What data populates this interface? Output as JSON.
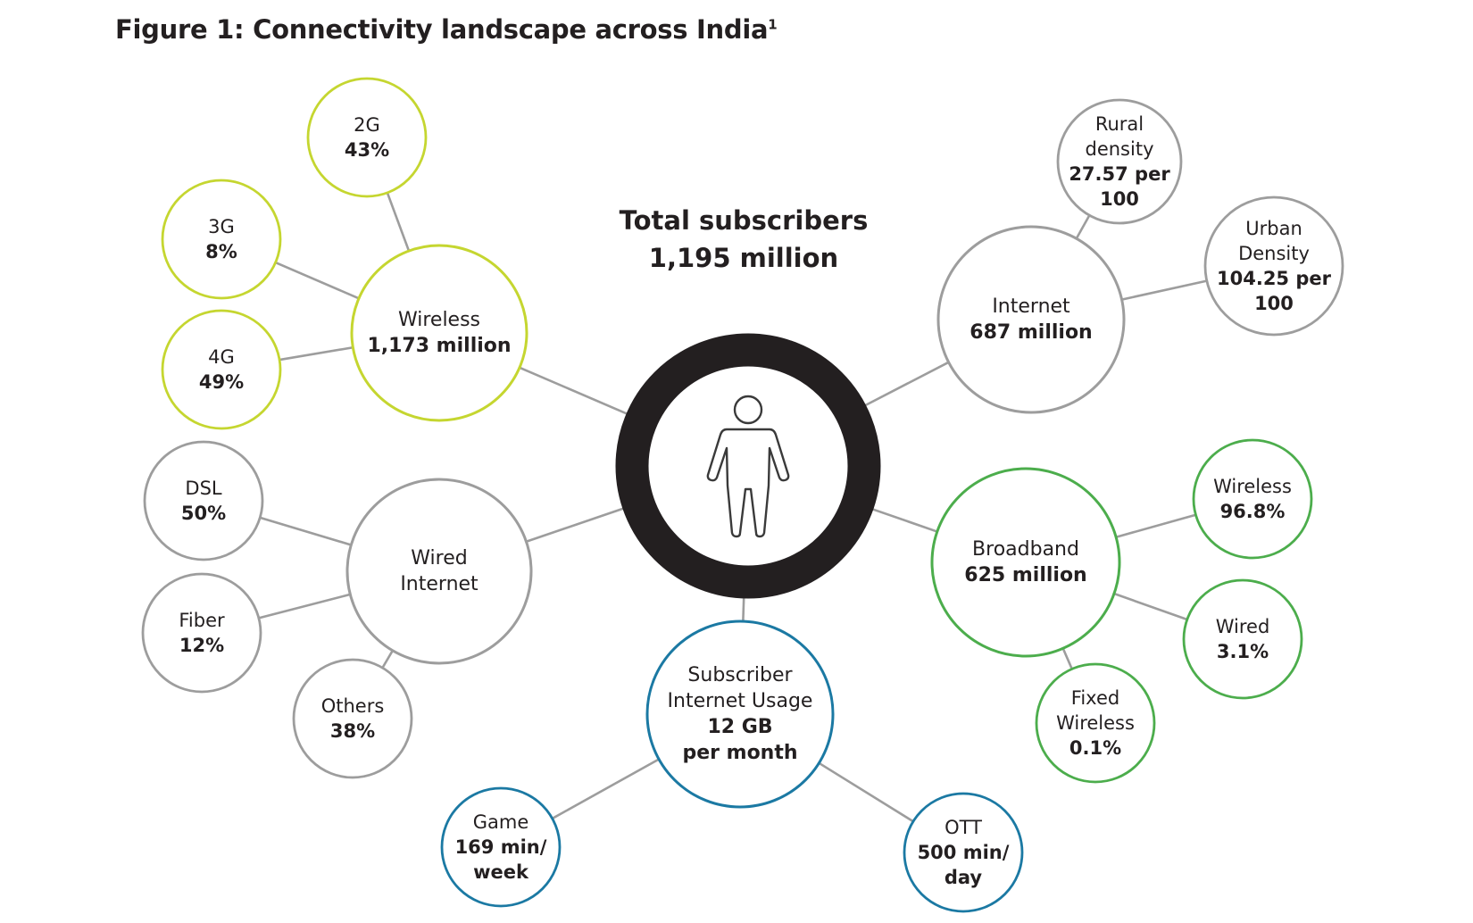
{
  "title": {
    "text": "Figure 1: Connectivity landscape across India",
    "footnote": "1"
  },
  "center": {
    "title": "Total subscribers",
    "value": "1,195 million",
    "icon": "person-icon"
  },
  "colors": {
    "wireless": "#c5d630",
    "neutral": "#9d9d9d",
    "broadband": "#4cad4c",
    "usage": "#1b79a3",
    "center_ring": "#231f20",
    "connector": "#9d9d9d"
  },
  "nodes": {
    "wireless": {
      "title": "Wireless",
      "value": "1,173 million"
    },
    "g2": {
      "title": "2G",
      "value": "43%"
    },
    "g3": {
      "title": "3G",
      "value": "8%"
    },
    "g4": {
      "title": "4G",
      "value": "49%"
    },
    "wired": {
      "title": "Wired Internet"
    },
    "dsl": {
      "title": "DSL",
      "value": "50%"
    },
    "fiber": {
      "title": "Fiber",
      "value": "12%"
    },
    "others": {
      "title": "Others",
      "value": "38%"
    },
    "internet": {
      "title": "Internet",
      "value": "687 million"
    },
    "rural": {
      "title": "Rural density",
      "value": "27.57 per 100"
    },
    "urban": {
      "title": "Urban Density",
      "value": "104.25 per 100"
    },
    "broadband": {
      "title": "Broadband",
      "value": "625 million"
    },
    "bb_wireless": {
      "title": "Wireless",
      "value": "96.8%"
    },
    "bb_wired": {
      "title": "Wired",
      "value": "3.1%"
    },
    "bb_fixed": {
      "title": "Fixed Wireless",
      "value": "0.1%"
    },
    "usage": {
      "title": "Subscriber Internet Usage",
      "value": "12 GB per month"
    },
    "game": {
      "title": "Game",
      "value": "169 min/ week"
    },
    "ott": {
      "title": "OTT",
      "value": "500 min/ day"
    }
  }
}
